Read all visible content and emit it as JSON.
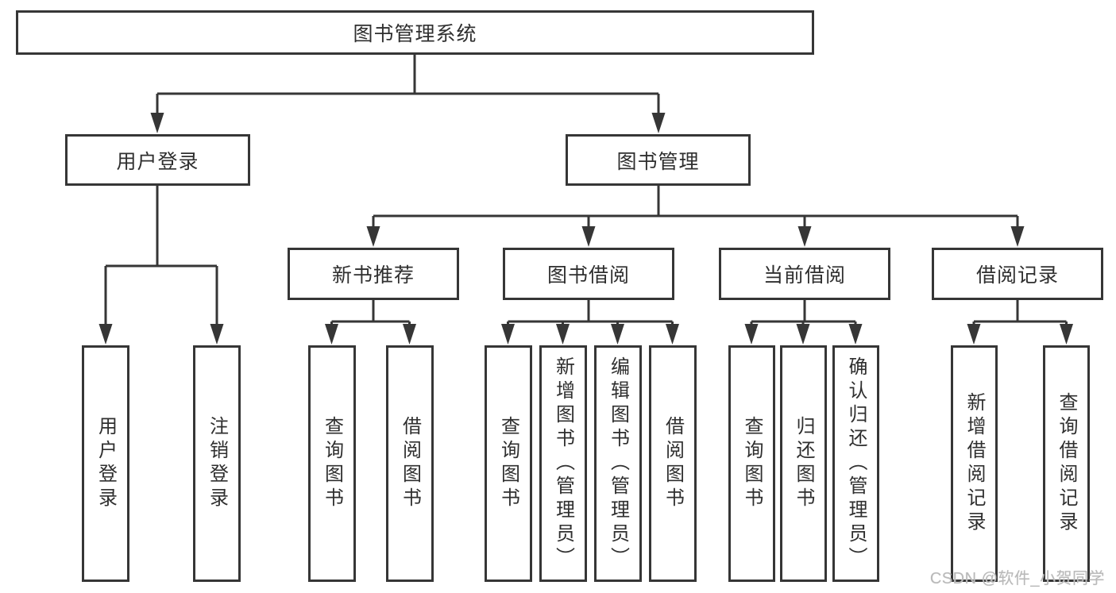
{
  "nodes": {
    "root": "图书管理系统",
    "user_login": "用户登录",
    "book_management": "图书管理",
    "new_book_recommendation": "新书推荐",
    "book_borrowing": "图书借阅",
    "current_borrowing": "当前借阅",
    "borrowing_records": "借阅记录",
    "leaf_user_login": "用户登录",
    "leaf_logout": "注销登录",
    "leaf_query_books_1": "查询图书",
    "leaf_borrow_books_1": "借阅图书",
    "leaf_query_books_2": "查询图书",
    "leaf_add_books_admin": "新增图书（管理员）",
    "leaf_edit_books_admin": "编辑图书（管理员）",
    "leaf_borrow_books_2": "借阅图书",
    "leaf_query_books_3": "查询图书",
    "leaf_return_books": "归还图书",
    "leaf_confirm_return_admin": "确认归还（管理员）",
    "leaf_add_borrow_record": "新增借阅记录",
    "leaf_query_borrow_record": "查询借阅记录"
  },
  "hierarchy": {
    "图书管理系统": {
      "用户登录": [
        "用户登录",
        "注销登录"
      ],
      "图书管理": {
        "新书推荐": [
          "查询图书",
          "借阅图书"
        ],
        "图书借阅": [
          "查询图书",
          "新增图书（管理员）",
          "编辑图书（管理员）",
          "借阅图书"
        ],
        "当前借阅": [
          "查询图书",
          "归还图书",
          "确认归还（管理员）"
        ],
        "借阅记录": [
          "新增借阅记录",
          "查询借阅记录"
        ]
      }
    }
  },
  "watermark": "CSDN @软件_小贺同学",
  "colors": {
    "line": "#363636",
    "box_border": "#363636",
    "text": "#2f2f2f",
    "watermark": "#b9b9b9",
    "background": "#ffffff"
  }
}
